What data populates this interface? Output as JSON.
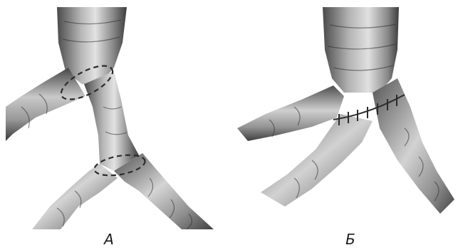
{
  "panels": [
    {
      "label": "А",
      "subject": "bronchial-tree-before",
      "markers": [
        "dashed-ellipse",
        "dashed-ellipse"
      ]
    },
    {
      "label": "Б",
      "subject": "bronchial-tree-after",
      "markers": [
        "suture-line"
      ]
    }
  ],
  "colors": {
    "background": "#ffffff",
    "airway_dark": "#3a3a3a",
    "airway_mid": "#8c8c8c",
    "airway_light": "#dcdcdc",
    "marker": "#2b2b2b"
  }
}
